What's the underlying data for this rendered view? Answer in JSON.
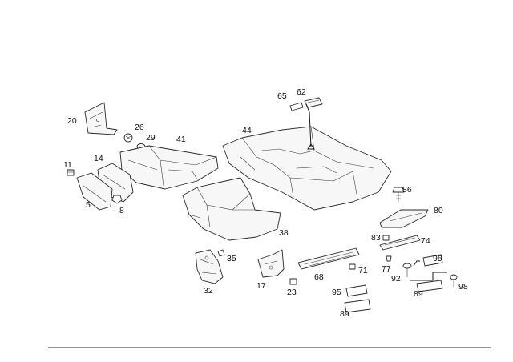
{
  "callouts": {
    "c20": "20",
    "c26": "26",
    "c29": "29",
    "c41": "41",
    "c11": "11",
    "c14": "14",
    "c5": "5",
    "c8": "8",
    "c44": "44",
    "c65": "65",
    "c62": "62",
    "c86": "86",
    "c80": "80",
    "c38": "38",
    "c83": "83",
    "c74": "74",
    "c35": "35",
    "c71": "71",
    "c77": "77",
    "c95a": "95",
    "c17": "17",
    "c68": "68",
    "c92": "92",
    "c98": "98",
    "c32": "32",
    "c23": "23",
    "c95b": "95",
    "c89a": "89",
    "c89b": "89"
  },
  "colors": {
    "line": "#2a2a2a",
    "fill": "#f7f7f7",
    "rule": "#555555"
  }
}
